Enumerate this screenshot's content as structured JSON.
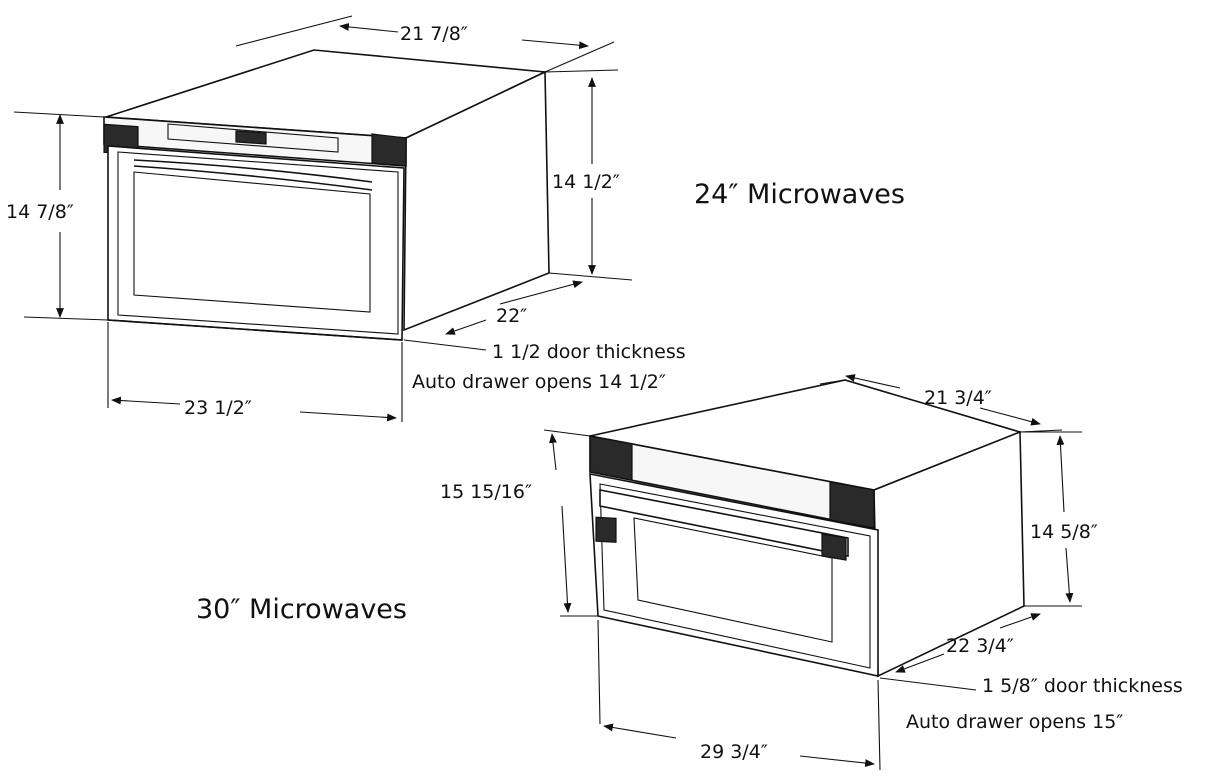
{
  "diagram": {
    "microwave_24": {
      "title": "24″ Microwaves",
      "top_depth": "21 7/8″",
      "front_height": "14 7/8″",
      "side_height": "14 1/2″",
      "side_depth": "22″",
      "door_thickness": "1 1/2 door thickness",
      "drawer_note": "Auto drawer opens 14 1/2″",
      "width": "23 1/2″"
    },
    "microwave_30": {
      "title": "30″ Microwaves",
      "top_depth": "21 3/4″",
      "front_height": "15 15/16″",
      "side_height": "14 5/8″",
      "side_depth": "22 3/4″",
      "door_thickness": "1 5/8″ door thickness",
      "drawer_note": "Auto drawer opens 15″",
      "width": "29 3/4″"
    }
  }
}
